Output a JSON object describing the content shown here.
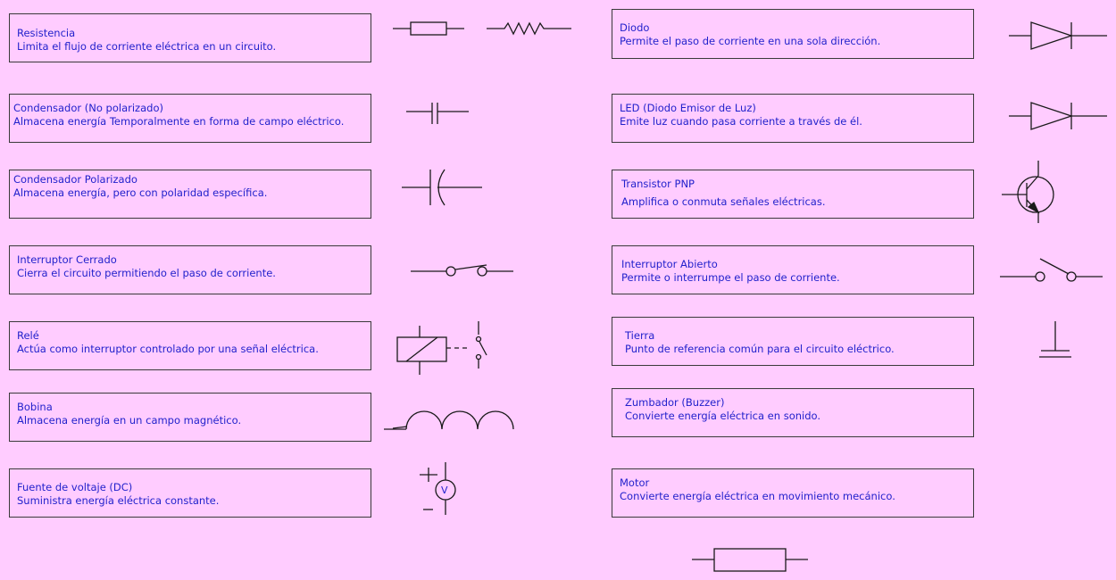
{
  "background": "#ffccff",
  "text_color": "#2222cc",
  "components": {
    "resistencia": {
      "title": "Resistencia",
      "desc": "Limita el flujo de corriente eléctrica en un circuito."
    },
    "condensador_np": {
      "title": "Condensador (No polarizado)",
      "desc": "Almacena energía Temporalmente en forma de campo eléctrico."
    },
    "condensador_pol": {
      "title": "Condensador Polarizado",
      "desc": "Almacena energía, pero con polaridad específica."
    },
    "interruptor_cerrado": {
      "title": "Interruptor Cerrado",
      "desc": "Cierra el circuito permitiendo el paso de corriente."
    },
    "rele": {
      "title": "Relé",
      "desc": "Actúa como interruptor controlado por una señal eléctrica."
    },
    "bobina": {
      "title": "Bobina",
      "desc": "Almacena energía en un campo magnético."
    },
    "fuente": {
      "title": "Fuente de voltaje (DC)",
      "desc": "Suministra energía eléctrica constante."
    },
    "diodo": {
      "title": "Diodo",
      "desc": "Permite el paso de corriente en una sola dirección."
    },
    "led": {
      "title": "LED (Diodo Emisor de Luz)",
      "desc": "Emite luz cuando pasa corriente a través de él."
    },
    "transistor": {
      "title": "Transistor PNP",
      "desc": "Amplifica o conmuta señales eléctricas."
    },
    "interruptor_abierto": {
      "title": "Interruptor Abierto",
      "desc": "Permite o interrumpe el paso de corriente."
    },
    "tierra": {
      "title": "Tierra",
      "desc": "Punto de referencia común para el circuito eléctrico."
    },
    "zumbador": {
      "title": "Zumbador (Buzzer)",
      "desc": "Convierte energía eléctrica en sonido."
    },
    "motor": {
      "title": "Motor",
      "desc": "Convierte energía eléctrica en movimiento mecánico."
    }
  },
  "symbols": {
    "voltmeter_letter": "V",
    "plus": "+",
    "minus": "−"
  }
}
